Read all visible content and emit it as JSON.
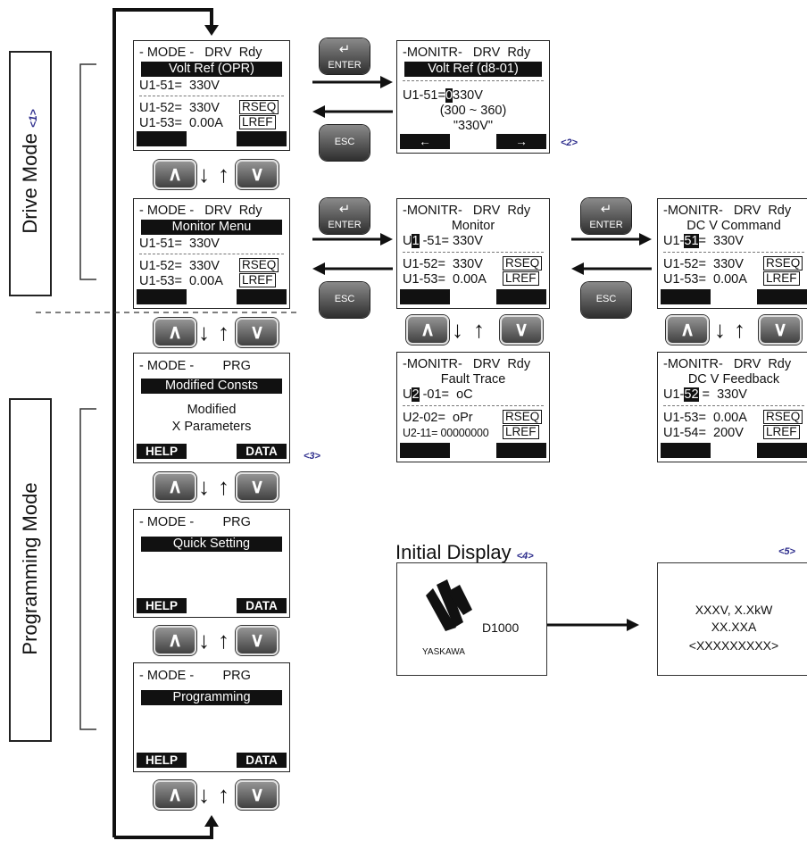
{
  "modes": {
    "drive_label": "Drive Mode",
    "drive_note": "<1>",
    "programming_label": "Programming Mode"
  },
  "screens": {
    "drive_volt_ref": {
      "line1": "- MODE -   DRV  Rdy",
      "bar": "Volt Ref (OPR)",
      "line3": "U1-51=  330V",
      "line4": "U1-52=  330V",
      "line5": "U1-53=  0.00A",
      "tag1": "RSEQ",
      "tag2": "LREF"
    },
    "monitr_volt_ref": {
      "line1": "-MONITR-   DRV  Rdy",
      "bar": "Volt Ref (d8-01)",
      "line3_prefix": "U1-51=",
      "line3_cursor": "0",
      "line3_suffix": "330V",
      "line4": "(300 ~ 360)",
      "line5": "\"330V\"",
      "soft_left": "←",
      "soft_right": "→"
    },
    "drive_monitor_menu": {
      "line1": "- MODE -   DRV  Rdy",
      "bar": "Monitor Menu",
      "line3": "U1-51=  330V",
      "line4": "U1-52=  330V",
      "line5": "U1-53=  0.00A",
      "tag1": "RSEQ",
      "tag2": "LREF"
    },
    "monitr_monitor": {
      "line1": "-MONITR-   DRV  Rdy",
      "line2": "Monitor",
      "line3_prefix": "U",
      "line3_cursor": "1",
      "line3_suffix": " -51= 330V",
      "line4": "U1-52=  330V",
      "line5": "U1-53=  0.00A",
      "tag1": "RSEQ",
      "tag2": "LREF"
    },
    "monitr_dc_v_command": {
      "line1": "-MONITR-   DRV  Rdy",
      "line2": "DC V Command",
      "line3_prefix": "U1-",
      "line3_cursor": "51",
      "line3_suffix": "=  330V",
      "line4": "U1-52=  330V",
      "line5": "U1-53=  0.00A",
      "tag1": "RSEQ",
      "tag2": "LREF"
    },
    "monitr_fault_trace": {
      "line1": "-MONITR-   DRV  Rdy",
      "line2": "Fault Trace",
      "line3_prefix": "U",
      "line3_cursor": "2",
      "line3_suffix": " -01=  oC",
      "line4": "U2-02=  oPr",
      "line5": "U2-11= 00000000",
      "tag1": "RSEQ",
      "tag2": "LREF"
    },
    "monitr_dc_v_feedback": {
      "line1": "-MONITR-   DRV  Rdy",
      "line2": "DC V Feedback",
      "line3_prefix": "U1-",
      "line3_cursor": "52",
      "line3_suffix": " =  330V",
      "line4": "U1-53=  0.00A",
      "line5": "U1-54=  200V",
      "tag1": "RSEQ",
      "tag2": "LREF"
    },
    "prg_modified": {
      "line1": "- MODE -        PRG",
      "bar": "Modified Consts",
      "line3": "Modified",
      "line4": "X Parameters",
      "soft_left": "HELP",
      "soft_right": "DATA"
    },
    "prg_quick": {
      "line1": "- MODE -        PRG",
      "bar": "Quick Setting",
      "soft_left": "HELP",
      "soft_right": "DATA"
    },
    "prg_programming": {
      "line1": "- MODE -        PRG",
      "bar": "Programming",
      "soft_left": "HELP",
      "soft_right": "DATA"
    }
  },
  "keys": {
    "enter": "ENTER",
    "esc": "ESC",
    "up": "∧",
    "down": "∨"
  },
  "notes": {
    "n2": "<2>",
    "n3": "<3>",
    "n4": "<4>",
    "n5": "<5>"
  },
  "initial_display": {
    "title": "Initial Display",
    "model": "D1000",
    "brand": "YASKAWA",
    "info_line1": "XXXV, X.XkW",
    "info_line2": "XX.XXA",
    "info_line3": "<XXXXXXXXX>"
  }
}
